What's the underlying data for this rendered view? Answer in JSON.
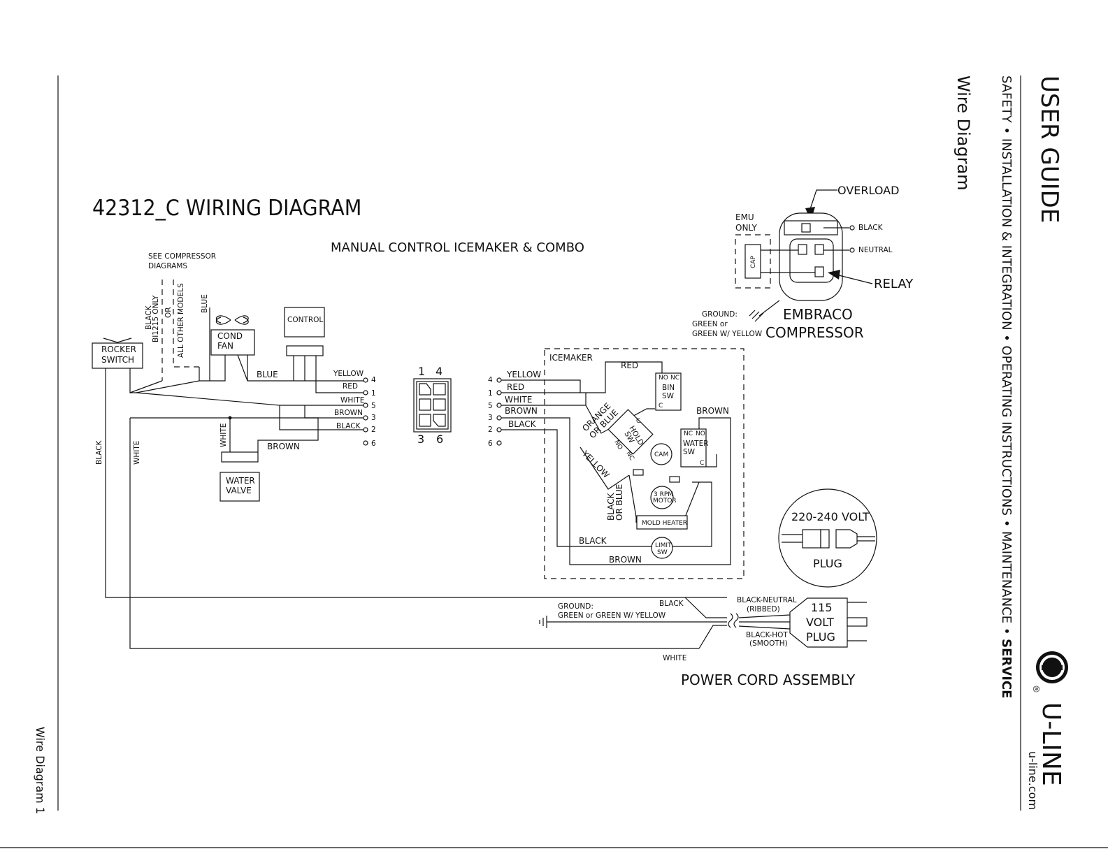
{
  "page": {
    "title": "42312_C WIRING DIAGRAM",
    "subtitle": "MANUAL CONTROL ICEMAKER & COMBO",
    "guide_title": "USER GUIDE",
    "section_title": "Wire Diagram",
    "nav": {
      "pre": "SAFETY • INSTALLATION & INTEGRATION • OPERATING INSTRUCTIONS • MAINTENANCE • ",
      "current": "SERVICE"
    },
    "footer": "Wire Diagram 1",
    "brand": {
      "name": "U-LINE",
      "url": "u-line.com",
      "reg": "®"
    }
  },
  "labels": {
    "see_compressor": [
      "SEE COMPRESSOR",
      "DIAGRAMS"
    ],
    "black_bi": "BLACK",
    "bi215": "BI1215 ONLY",
    "or": "OR",
    "all_other": "ALL OTHER MODELS",
    "blue_vert": "BLUE",
    "rocker_switch": [
      "ROCKER",
      "SWITCH"
    ],
    "cond_fan": [
      "COND",
      "FAN"
    ],
    "control": "CONTROL",
    "blue": "BLUE",
    "yellow": "YELLOW",
    "red": "RED",
    "white": "WHITE",
    "brown": "BROWN",
    "black": "BLACK",
    "water_valve": [
      "WATER",
      "VALVE"
    ],
    "black_vert": "BLACK",
    "white_vert": "WHITE",
    "pins_left": [
      "4",
      "1",
      "5",
      "3",
      "2",
      "6"
    ],
    "pins_right": [
      "4",
      "1",
      "5",
      "3",
      "2",
      "6"
    ],
    "plug_top": [
      "1",
      "4"
    ],
    "plug_bottom": [
      "3",
      "6"
    ],
    "icemaker": "ICEMAKER",
    "orange_or_blue": [
      "ORANGE",
      "OR BLUE"
    ],
    "hold_sw": [
      "HOLD",
      "SW"
    ],
    "no_nc": [
      "NO",
      "NC"
    ],
    "bin_sw": [
      "BIN",
      "SW"
    ],
    "c": "C",
    "cam": "CAM",
    "water_sw": [
      "WATER",
      "SW"
    ],
    "nc_no": [
      "NC",
      "NO"
    ],
    "motor_3rpm": [
      "3 RPM",
      "MOTOR"
    ],
    "black_or_blue": [
      "BLACK",
      "OR BLUE"
    ],
    "mold_heater": "MOLD HEATER",
    "limit_sw": [
      "LIMIT",
      "SW"
    ],
    "overload": "OVERLOAD",
    "emu_only": [
      "EMU",
      "ONLY"
    ],
    "cap": "CAP",
    "neutral": "NEUTRAL",
    "relay": "RELAY",
    "ground_comp": [
      "GROUND:",
      "GREEN or",
      "GREEN W/ YELLOW"
    ],
    "embraco": [
      "EMBRACO",
      "COMPRESSOR"
    ],
    "plug_220": [
      "220-240 VOLT",
      "PLUG"
    ],
    "ground_cord": [
      "GROUND:",
      "GREEN or GREEN W/ YELLOW"
    ],
    "black_neutral": [
      "BLACK-NEUTRAL",
      "(RIBBED)"
    ],
    "black_hot": [
      "BLACK-HOT",
      "(SMOOTH)"
    ],
    "plug_115": [
      "115",
      "VOLT",
      "PLUG"
    ],
    "power_cord": "POWER CORD ASSEMBLY"
  }
}
